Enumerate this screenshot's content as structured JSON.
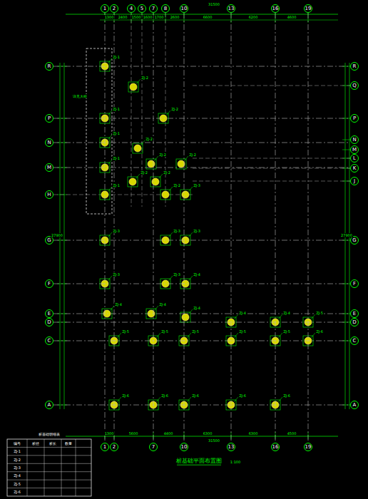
{
  "diagram": {
    "title": "桩基础平面布置图",
    "nodes": [
      {
        "text": [
          "1"
        ]
      },
      {
        "text": [
          "2"
        ]
      },
      {
        "text": [
          "4"
        ]
      },
      {
        "text": [
          "5"
        ]
      },
      {
        "text": [
          "7"
        ]
      },
      {
        "text": [
          "8"
        ]
      },
      {
        "text": [
          "10"
        ]
      },
      {
        "text": [
          "13"
        ]
      },
      {
        "text": [
          "16"
        ]
      },
      {
        "text": [
          "19"
        ]
      },
      {
        "text": [
          "R"
        ]
      },
      {
        "text": [
          "P"
        ]
      },
      {
        "text": [
          "N"
        ]
      },
      {
        "text": [
          "M"
        ]
      },
      {
        "text": [
          "H"
        ]
      },
      {
        "text": [
          "G"
        ]
      },
      {
        "text": [
          "F"
        ]
      },
      {
        "text": [
          "E"
        ]
      },
      {
        "text": [
          "D"
        ]
      },
      {
        "text": [
          "C"
        ]
      },
      {
        "text": [
          "A"
        ]
      },
      {
        "text": [
          "R"
        ]
      },
      {
        "text": [
          "Q"
        ]
      },
      {
        "text": [
          "P"
        ]
      },
      {
        "text": [
          "N"
        ]
      },
      {
        "text": [
          "M"
        ]
      },
      {
        "text": [
          "L"
        ]
      },
      {
        "text": [
          "K"
        ]
      },
      {
        "text": [
          "J"
        ]
      },
      {
        "text": [
          "G"
        ]
      },
      {
        "text": [
          "F"
        ]
      },
      {
        "text": [
          "E"
        ]
      },
      {
        "text": [
          "D"
        ]
      },
      {
        "text": [
          "C"
        ]
      },
      {
        "text": [
          "A"
        ]
      },
      {
        "text": [
          "1"
        ]
      },
      {
        "text": [
          "2"
        ]
      },
      {
        "text": [
          "7"
        ]
      },
      {
        "text": [
          "10"
        ]
      },
      {
        "text": [
          "13"
        ]
      },
      {
        "text": [
          "16"
        ]
      },
      {
        "text": [
          "19"
        ]
      }
    ],
    "edges": [
      {
        "from": 0,
        "to": 35,
        "arrow": "none"
      },
      {
        "from": 1,
        "to": 36,
        "arrow": "none"
      },
      {
        "from": 4,
        "to": 37,
        "arrow": "none"
      },
      {
        "from": 6,
        "to": 38,
        "arrow": "none"
      },
      {
        "from": 7,
        "to": 39,
        "arrow": "none"
      },
      {
        "from": 8,
        "to": 40,
        "arrow": "none"
      },
      {
        "from": 9,
        "to": 41,
        "arrow": "none"
      },
      {
        "from": 10,
        "to": 21,
        "arrow": "none"
      },
      {
        "from": 11,
        "to": 23,
        "arrow": "none"
      },
      {
        "from": 12,
        "to": 24,
        "arrow": "none"
      },
      {
        "from": 13,
        "to": 25,
        "arrow": "none"
      },
      {
        "from": 15,
        "to": 29,
        "arrow": "none"
      },
      {
        "from": 16,
        "to": 30,
        "arrow": "none"
      },
      {
        "from": 17,
        "to": 31,
        "arrow": "none"
      },
      {
        "from": 18,
        "to": 32,
        "arrow": "none"
      },
      {
        "from": 19,
        "to": 33,
        "arrow": "none"
      },
      {
        "from": 20,
        "to": 34,
        "arrow": "none"
      }
    ],
    "labels": [
      "31500",
      "1300",
      "2400",
      "1500",
      "1600",
      "1700",
      "2600",
      "6600",
      "6200",
      "4600",
      "27900",
      "27900",
      "1300",
      "5600",
      "4400",
      "6300",
      "6300",
      "4500",
      "31500",
      "1:100",
      "ZJ-1",
      "ZJ-1",
      "ZJ-1",
      "ZJ-1",
      "ZJ-1",
      "ZJ-2",
      "ZJ-2",
      "ZJ-2",
      "ZJ-2",
      "ZJ-2",
      "ZJ-2",
      "ZJ-2",
      "ZJ-2",
      "ZJ-3",
      "ZJ-3",
      "ZJ-3",
      "ZJ-3",
      "ZJ-3",
      "ZJ-3",
      "ZJ-4",
      "ZJ-4",
      "ZJ-4",
      "ZJ-4",
      "ZJ-4",
      "ZJ-4",
      "ZJ-5",
      "ZJ-5",
      "ZJ-5",
      "ZJ-5",
      "ZJ-5",
      "ZJ-5",
      "ZJ-6",
      "ZJ-6",
      "ZJ-6",
      "ZJ-6",
      "ZJ-6",
      "ZJ-6",
      "桩基础明细表",
      "编号",
      "桩径",
      "桩长",
      "数量",
      "ZJ-1",
      "ZJ-2",
      "ZJ-3",
      "ZJ-4",
      "ZJ-5",
      "ZJ-6",
      "详见大样"
    ]
  }
}
